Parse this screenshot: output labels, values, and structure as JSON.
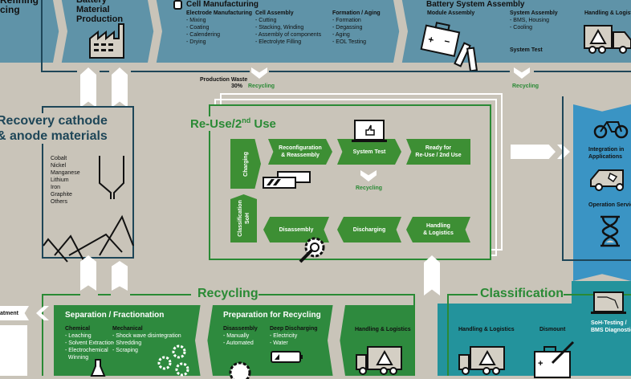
{
  "top": {
    "refining": "Refining\ncing",
    "battery_material": "Battery\nMaterial\nProduction",
    "cell_manufacturing": "Cell Manufacturing",
    "electrode": {
      "title": "Electrode Manufacturing",
      "items": [
        "- Mixing",
        "- Coating",
        "- Calendering",
        "- Drying"
      ]
    },
    "cell_assembly": {
      "title": "Cell Assembly",
      "items": [
        "- Cutting",
        "- Stacking, Winding",
        "- Assembly of components",
        "- Electrolyte Filling"
      ]
    },
    "formation": {
      "title": "Formation / Aging",
      "items": [
        "- Formation",
        "- Degassing",
        "- Aging",
        "- EOL Testing"
      ]
    },
    "battery_system_assembly": "Battery System Assembly",
    "module_assembly": "Module Assembly",
    "system_assembly": {
      "title": "System Assembly",
      "items": [
        "- BMS, Housing",
        "- Cooling"
      ]
    },
    "system_test": "System Test",
    "handling": "Handling & Logistics",
    "production_waste": "Production Waste",
    "waste_pct": "30%",
    "recycling_1": "Recycling",
    "recycling_2": "Recycling"
  },
  "recovery": {
    "title_1": "Recovery cathode",
    "title_2": "& anode materials",
    "materials": [
      "Cobalt",
      "Nickel",
      "Manganese",
      "Lithium",
      "Iron",
      "Graphite",
      "Others"
    ]
  },
  "reuse": {
    "title": "Re-Use/2",
    "title_sup": "nd",
    "title_end": " Use",
    "charging": "Charging",
    "classification_soh": "Classification SoH",
    "reconfig": "Reconfiguration\n& Reassembly",
    "system_test": "System Test",
    "ready": "Ready for\nRe-Use / 2nd Use",
    "recycling": "Recycling",
    "disassembly": "Disassembly",
    "discharging": "Discharging",
    "handling": "Handling\n& Logistics"
  },
  "application": {
    "integration": "Integration in Applications",
    "operation": "Operation Service"
  },
  "recycling": {
    "title": "Recycling",
    "pretreatment": "atment",
    "separation": "Separation / Fractionation",
    "chemical": {
      "title": "Chemical",
      "items": [
        "- Leaching",
        "- Solvent Extraction",
        "- Electrochemical",
        "  Winning"
      ]
    },
    "mechanical": {
      "title": "Mechanical",
      "items": [
        "- Shock wave disintegration",
        "- Shredding",
        "- Scraping"
      ]
    },
    "preparation": "Preparation for Recycling",
    "disassembly": {
      "title": "Disassembly",
      "items": [
        "- Manually",
        "- Automated"
      ]
    },
    "deep_discharging": {
      "title": "Deep Discharging",
      "items": [
        "- Electricity",
        "- Water"
      ]
    },
    "handling": "Handling & Logistics"
  },
  "classification": {
    "title": "Classification",
    "handling": "Handling & Logistics",
    "dismount": "Dismount",
    "soh": "SoH-Testing /\nBMS Diagnostics"
  },
  "colors": {
    "top_blue": "#5f93a8",
    "green": "#3d8f34",
    "teal": "#23939c",
    "app_blue": "#3a94c4",
    "navy": "#1e4658",
    "bg": "#c9c4b9"
  }
}
